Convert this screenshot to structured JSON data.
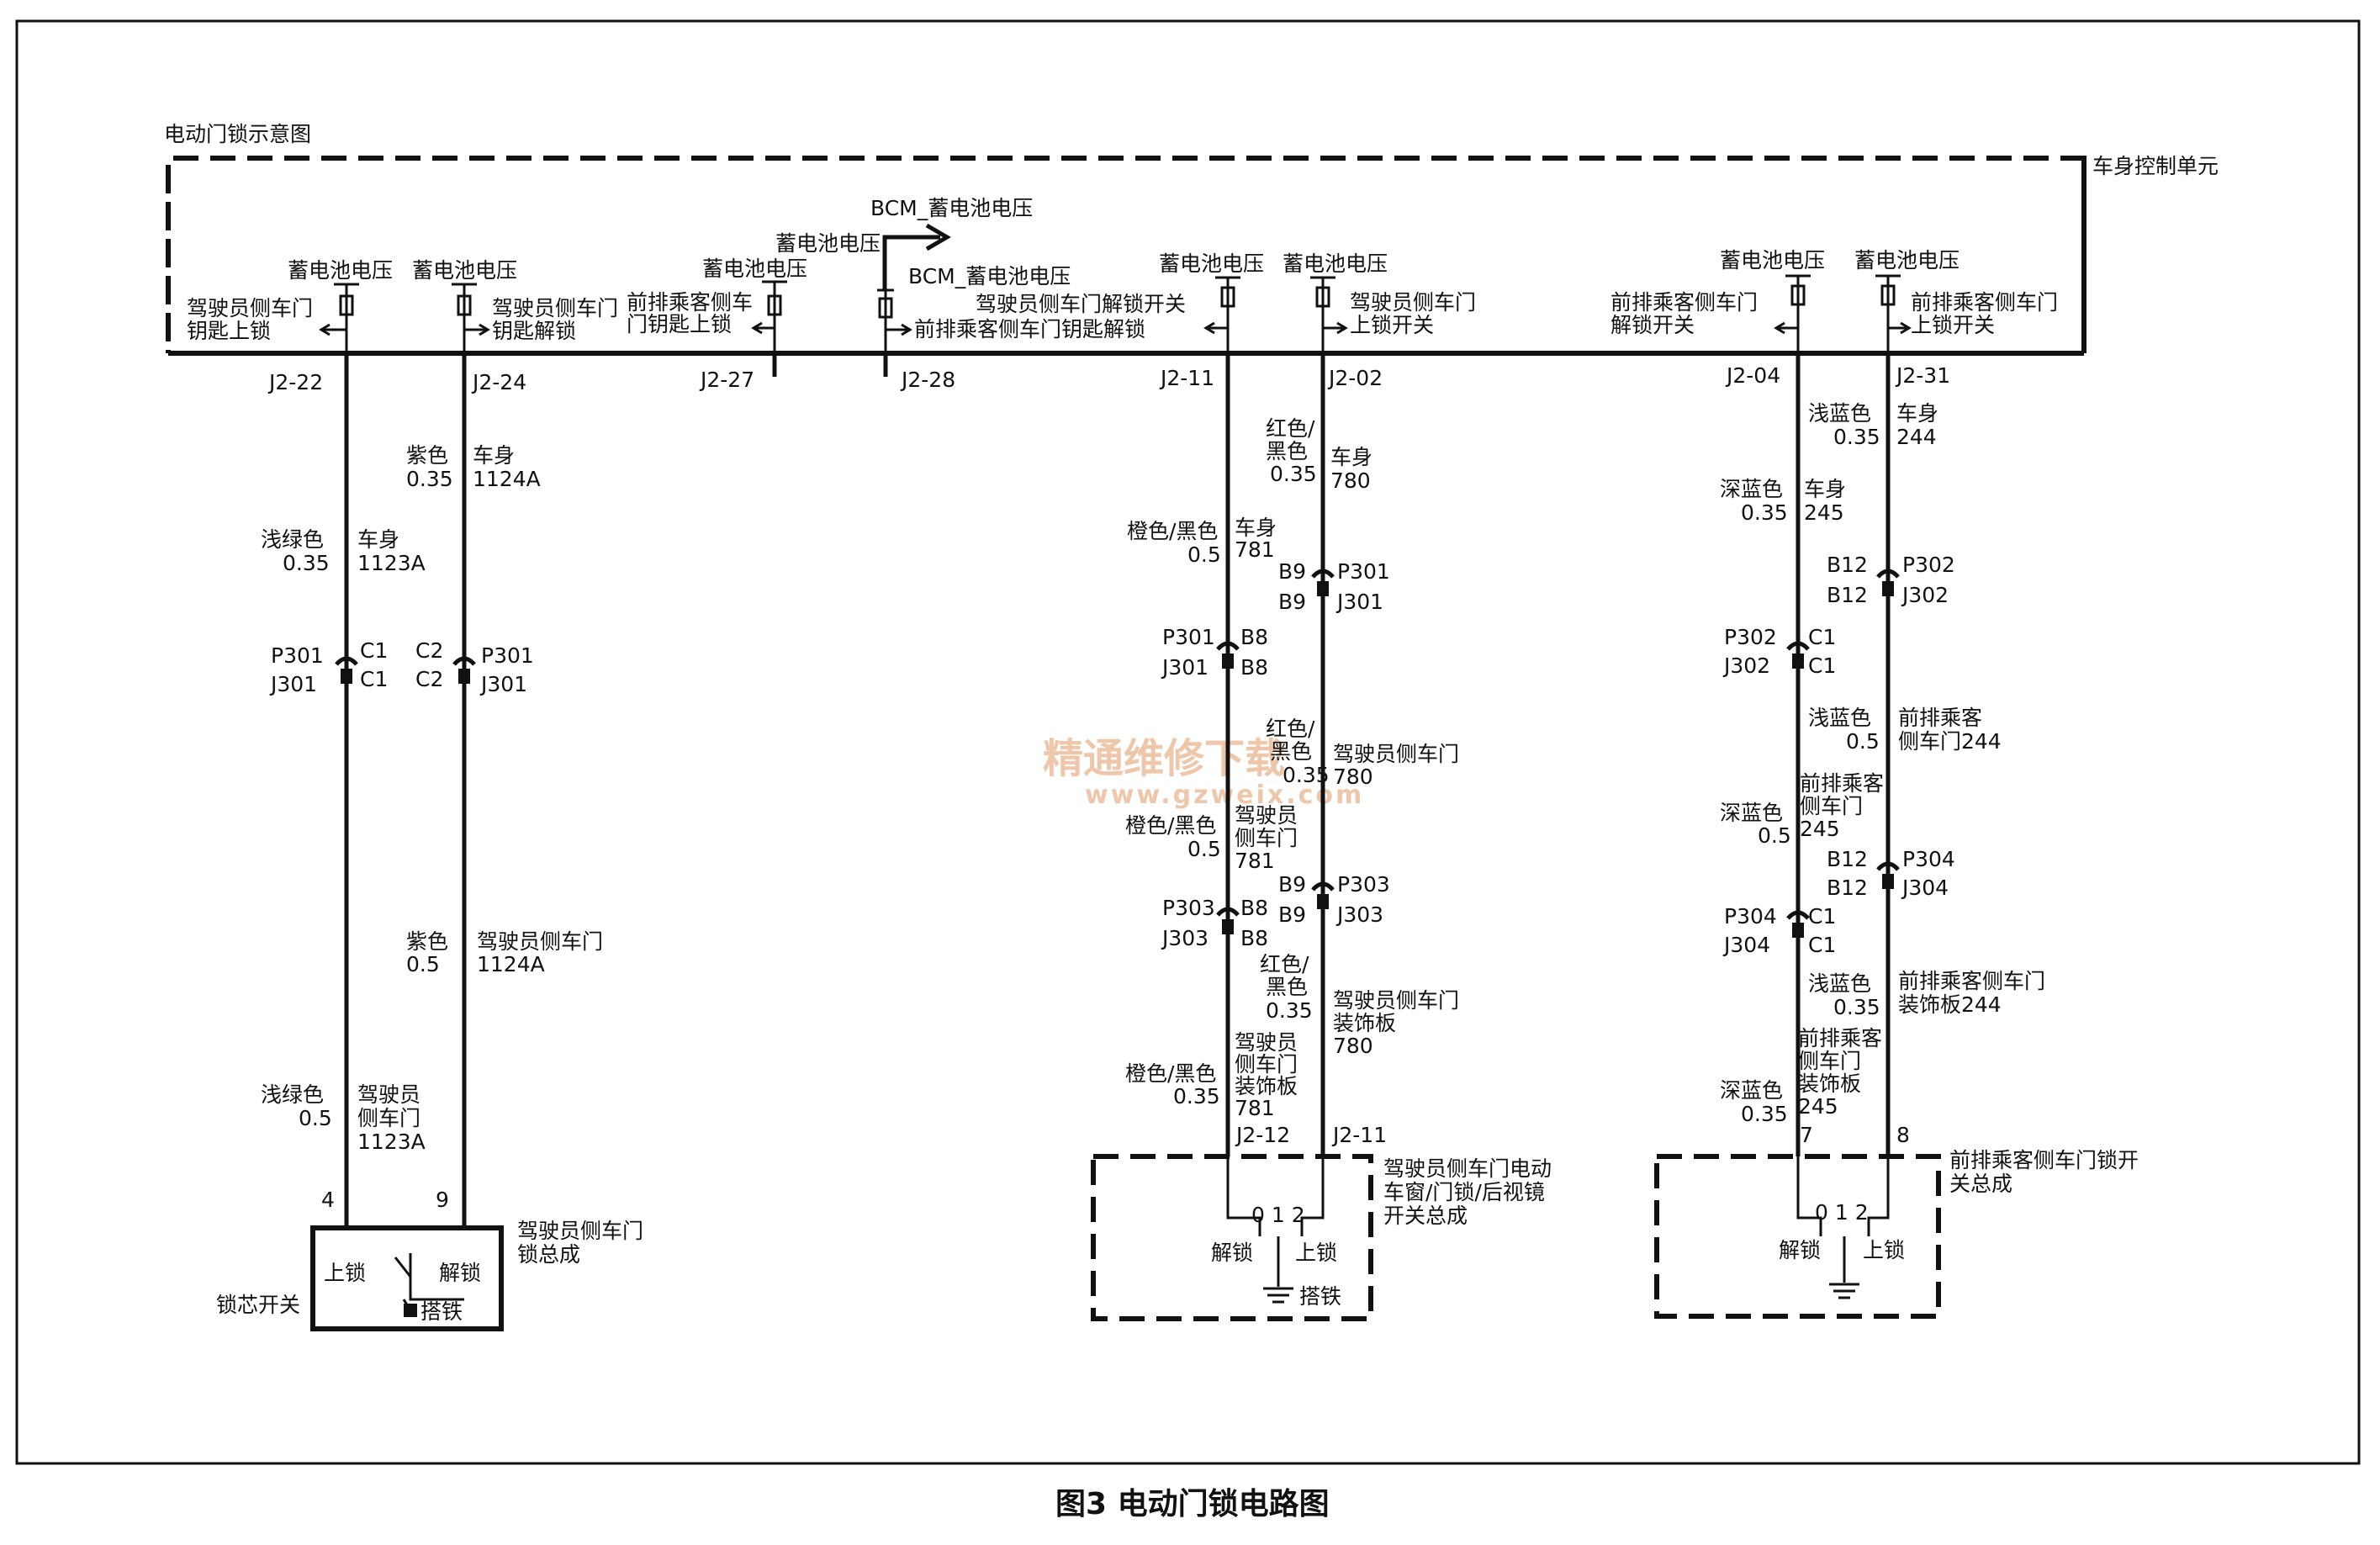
{
  "diagram": {
    "title": "电动门锁示意图",
    "caption": "图3  电动门锁电路图",
    "watermark": {
      "cn": "精通维修下载",
      "url": "www.gzweix.com"
    }
  },
  "bcm": {
    "name": "车身控制单元",
    "bat_driver_lock_key": "蓄电池电压",
    "bat_driver_unlock_key": "蓄电池电压",
    "bat_pass_lock_key": "蓄电池电压",
    "bat_bcm": "蓄电池电压",
    "bcm_out_top": "BCM_蓄电池电压",
    "bcm_out_mid": "BCM_蓄电池电压",
    "bat_driver_unlock_sw": "蓄电池电压",
    "bat_driver_lock_sw": "蓄电池电压",
    "bat_pass_unlock_sw": "蓄电池电压",
    "bat_pass_lock_sw": "蓄电池电压",
    "in_driver_lock_key_1": "驾驶员侧车门",
    "in_driver_lock_key_2": "钥匙上锁",
    "in_driver_unlock_key_1": "驾驶员侧车门",
    "in_driver_unlock_key_2": "钥匙解锁",
    "in_pass_lock_key_1": "前排乘客侧车",
    "in_pass_lock_key_2": "门钥匙上锁",
    "in_pass_unlock_key": "前排乘客侧车门钥匙解锁",
    "in_driver_unlock_sw": "驾驶员侧车门解锁开关",
    "in_driver_lock_sw_1": "驾驶员侧车门",
    "in_driver_lock_sw_2": "上锁开关",
    "in_pass_unlock_sw_1": "前排乘客侧车门",
    "in_pass_unlock_sw_2": "解锁开关",
    "in_pass_lock_sw_1": "前排乘客侧车门",
    "in_pass_lock_sw_2": "上锁开关"
  },
  "pins": {
    "j2_22": "J2-22",
    "j2_24": "J2-24",
    "j2_27": "J2-27",
    "j2_28": "J2-28",
    "j2_11": "J2-11",
    "j2_02": "J2-02",
    "j2_04": "J2-04",
    "j2_31": "J2-31",
    "j2_12": "J2-12",
    "j2_11b": "J2-11",
    "p4": "4",
    "p9": "9",
    "p7": "7",
    "p8": "8"
  },
  "wires": {
    "purple": "紫色",
    "v035": "0.35",
    "v05": "0.5",
    "body": "车身",
    "c1124a": "1124A",
    "lightgreen": "浅绿色",
    "c1123a": "1123A",
    "driver_door": "驾驶员侧车门",
    "dd_1": "驾驶员",
    "dd_2": "侧车门",
    "orange_black": "橙色/黑色",
    "c781": "781",
    "red_1": "红色/",
    "red_2": "黑色",
    "red_1b": "红色/",
    "red_2b": "黑色",
    "c780": "780",
    "trim_1": "驾驶员侧车门",
    "trim_2": "装饰板",
    "dd_trim_1": "驾驶员",
    "dd_trim_2": "侧车门",
    "dd_trim_3": "装饰板",
    "lightblue": "浅蓝色",
    "c244": "244",
    "darkblue": "深蓝色",
    "c245": "245",
    "pd_1": "前排乘客",
    "pd_2": "侧车门244",
    "pd_b1": "前排乘客",
    "pd_b2": "侧车门",
    "pd_b3": "245",
    "pt_1": "前排乘客侧车门",
    "pt_2": "装饰板244",
    "pt_b1": "前排乘客",
    "pt_b2": "侧车门",
    "pt_b3": "装饰板",
    "pt_b4": "245"
  },
  "connectors": {
    "p301": "P301",
    "j301": "J301",
    "p302": "P302",
    "j302": "J302",
    "p303": "P303",
    "j303": "J303",
    "p304": "P304",
    "j304": "J304",
    "c1": "C1",
    "c2": "C2",
    "b8": "B8",
    "b9": "B9",
    "b12": "B12"
  },
  "assemblies": {
    "driver_lock_1": "驾驶员侧车门",
    "driver_lock_2": "锁总成",
    "lock_cylinder": "锁芯开关",
    "lock": "上锁",
    "unlock": "解锁",
    "ground": "搭铁",
    "driver_sw_1": "驾驶员侧车门电动",
    "driver_sw_2": "车窗/门锁/后视镜",
    "driver_sw_3": "开关总成",
    "pass_sw_1": "前排乘客侧车门锁开",
    "pass_sw_2": "关总成",
    "pos": "0 1 2"
  }
}
